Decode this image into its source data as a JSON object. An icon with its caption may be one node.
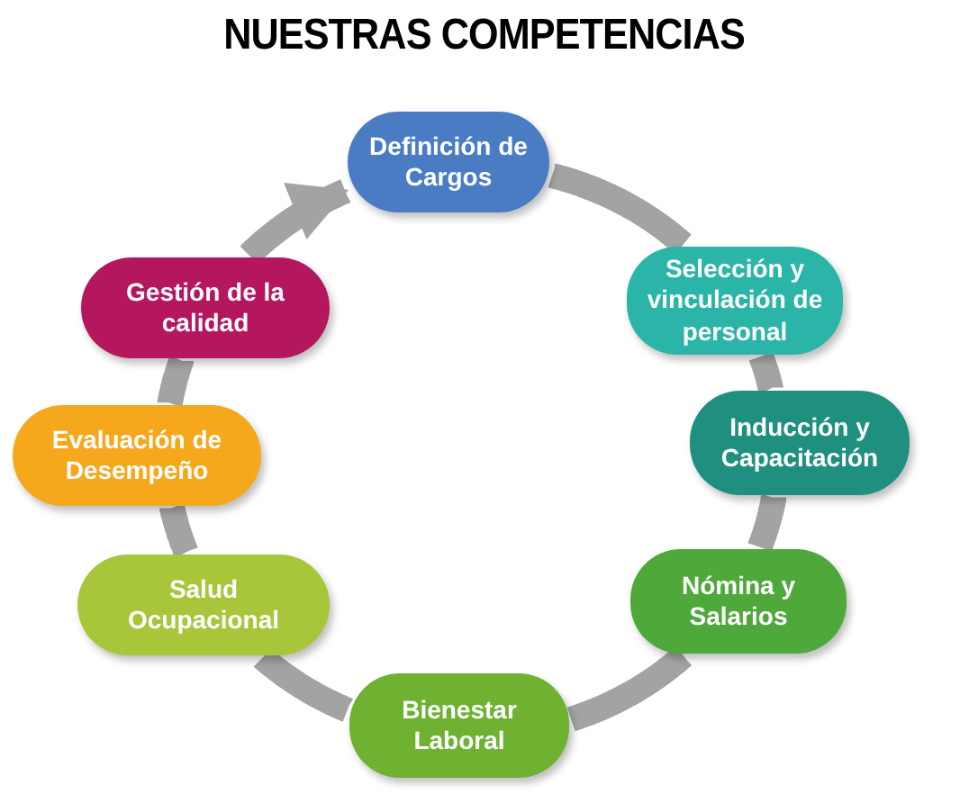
{
  "diagram": {
    "title": "NUESTRAS COMPETENCIAS",
    "nodes": [
      {
        "text": [
          "Definición de Cargos"
        ]
      },
      {
        "text": [
          "Selección y vinculación de personal"
        ]
      },
      {
        "text": [
          "Inducción y Capacitación"
        ]
      },
      {
        "text": [
          "Nómina y Salarios"
        ]
      },
      {
        "text": [
          "Bienestar Laboral"
        ]
      },
      {
        "text": [
          "Salud Ocupacional"
        ]
      },
      {
        "text": [
          "Evaluación de Desempeño"
        ]
      },
      {
        "text": [
          "Gestión de la calidad"
        ]
      }
    ],
    "edges": [
      {
        "from": 0,
        "to": 1,
        "arrow": "none"
      },
      {
        "from": 1,
        "to": 2,
        "arrow": "none"
      },
      {
        "from": 2,
        "to": 3,
        "arrow": "none"
      },
      {
        "from": 3,
        "to": 4,
        "arrow": "none"
      },
      {
        "from": 4,
        "to": 5,
        "arrow": "none"
      },
      {
        "from": 5,
        "to": 6,
        "arrow": "none"
      },
      {
        "from": 6,
        "to": 7,
        "arrow": "none"
      },
      {
        "from": 7,
        "to": 0,
        "arrow": "to"
      }
    ]
  }
}
